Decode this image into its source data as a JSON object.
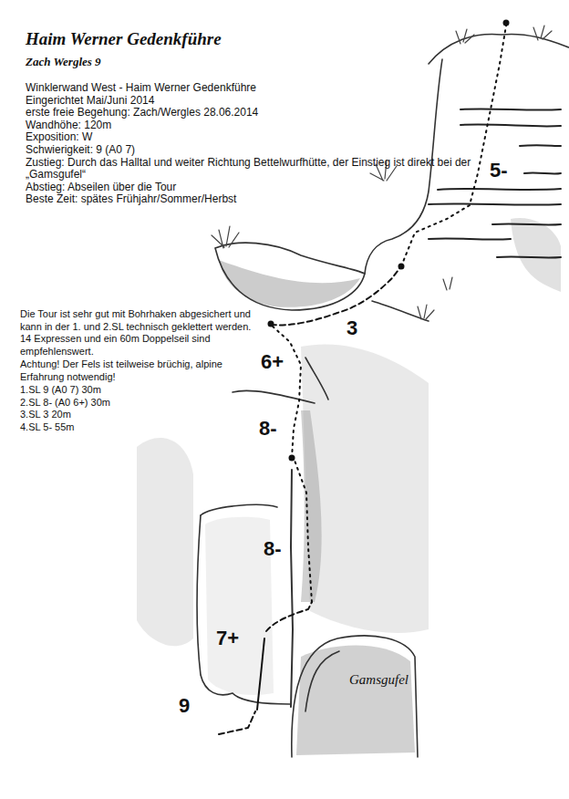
{
  "diagram": {
    "title": "Haim Werner Gedenkführe",
    "labels": [
      "Zach Wergles 9",
      "Winklerwand West - Haim Werner Gedenkführe",
      "Eingerichtet Mai/Juni 2014",
      "erste freie Begehung: Zach/Wergles 28.06.2014",
      "Wandhöhe: 120m",
      "Exposition: W",
      "Schwierigkeit: 9 (A0 7)",
      "Zustieg: Durch das Halltal und weiter Richtung Bettelwurfhütte, der Einstieg ist direkt bei der „Gamsgufel“",
      "Abstieg: Abseilen über die Tour",
      "Beste Zeit: spätes Frühjahr/Sommer/Herbst",
      "Die Tour ist sehr gut mit Bohrhaken abgesichert und kann in der 1. und 2.SL technisch geklettert werden. 14 Expressen und ein 60m Doppelseil sind empfehlenswert.",
      "Achtung! Der Fels ist teilweise brüchig, alpine Erfahrung notwendig!",
      "1.SL 9 (A0 7) 30m",
      "2.SL 8- (A0 6+) 30m",
      "3.SL 3 20m",
      "4.SL 5- 55m",
      "5-",
      "3",
      "6+",
      "8-",
      "8-",
      "7+",
      "9",
      "Gamsgufel"
    ]
  }
}
